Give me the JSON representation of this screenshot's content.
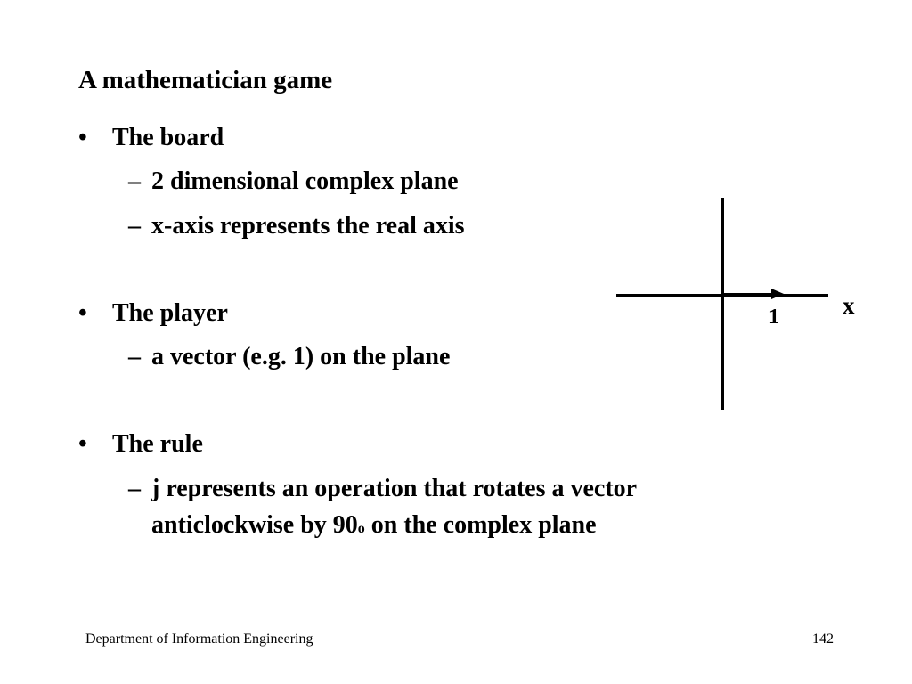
{
  "slide": {
    "title": "A mathematician game",
    "bullet_marker": "•",
    "sub_marker": "–",
    "sections": [
      {
        "heading": "The board",
        "items": [
          "2 dimensional complex plane",
          "x-axis represents the real axis"
        ]
      },
      {
        "heading": "The player",
        "items": [
          "a vector (e.g. 1) on the plane"
        ]
      },
      {
        "heading": "The rule",
        "rule_line1": "j represents an operation that rotates a vector",
        "rule_line2_before": "anticlockwise by 90",
        "rule_line2_sup": "o",
        "rule_line2_after": " on the complex plane"
      }
    ]
  },
  "diagram": {
    "x_axis_label": "x",
    "unit_label": "1"
  },
  "footer": {
    "department": "Department of Information Engineering",
    "page_number": "142"
  }
}
